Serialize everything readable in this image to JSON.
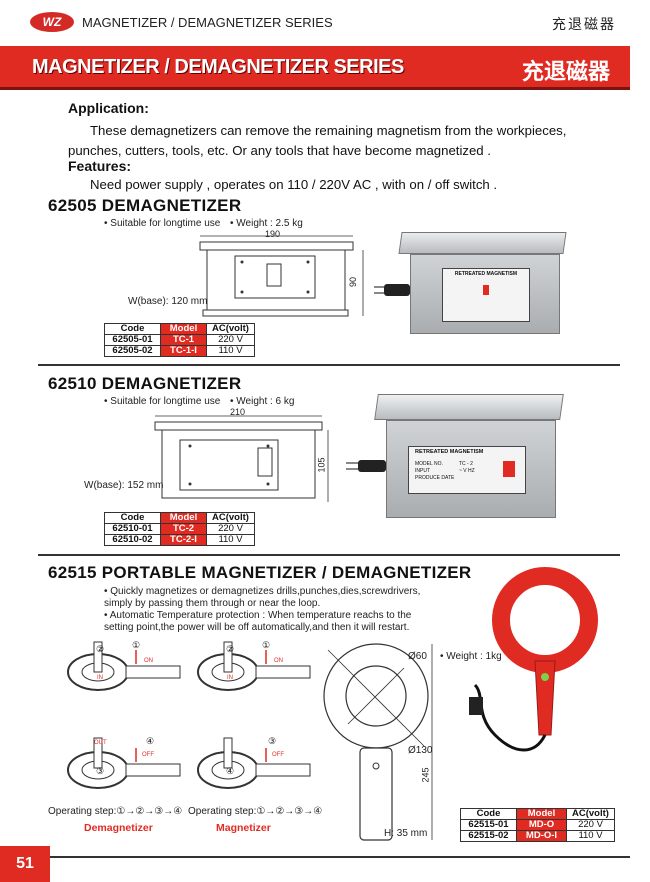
{
  "header": {
    "logo": "WZ",
    "title": "MAGNETIZER / DEMAGNETIZER SERIES",
    "title_cn": "充退磁器"
  },
  "banner": {
    "title": "MAGNETIZER / DEMAGNETIZER SERIES",
    "title_cn": "充退磁器"
  },
  "application": {
    "heading": "Application:",
    "text": "These demagnetizers can remove the remaining magnetism from the workpieces, punches, cutters, tools, etc. Or any tools that have become magnetized ."
  },
  "features": {
    "heading": "Features:",
    "text": "Need power supply , operates on 110 / 220V AC , with on / off switch ."
  },
  "products": [
    {
      "title": "62505  DEMAGNETIZER",
      "bullets": [
        "•  Suitable for longtime use",
        "•  Weight : 2.5 kg"
      ],
      "dims": {
        "width": "190",
        "height": "90",
        "base": "W(base): 120 mm"
      },
      "panel_label": "RETREATED MAGNETISM",
      "table": {
        "headers": [
          "Code",
          "Model",
          "AC(volt)"
        ],
        "rows": [
          [
            "62505-01",
            "TC-1",
            "220 V"
          ],
          [
            "62505-02",
            "TC-1-I",
            "110 V"
          ]
        ]
      }
    },
    {
      "title": "62510  DEMAGNETIZER",
      "bullets": [
        "•  Suitable for longtime use",
        "•  Weight : 6 kg"
      ],
      "dims": {
        "width": "210",
        "height": "105",
        "base": "W(base): 152 mm"
      },
      "panel_label": "RETREATED MAGNETISM",
      "panel_rows": [
        "MODEL NO.",
        "INPUT",
        "PRODUCE DATE"
      ],
      "panel_values": [
        "TC - 2",
        "~   V   HZ"
      ],
      "table": {
        "headers": [
          "Code",
          "Model",
          "AC(volt)"
        ],
        "rows": [
          [
            "62510-01",
            "TC-2",
            "220 V"
          ],
          [
            "62510-02",
            "TC-2-I",
            "110 V"
          ]
        ]
      }
    },
    {
      "title": "62515  PORTABLE MAGNETIZER / DEMAGNETIZER",
      "bullets": [
        "•  Quickly magnetizes or demagnetizes drills,punches,dies,screwdrivers,",
        "    simply by passing them through or near the loop.",
        "•  Automatic Temperature protection : When temperature reachs to the",
        "    setting point,the power will be off automatically,and then it will restart."
      ],
      "weight": "•  Weight : 1kg",
      "dims": {
        "outer": "Ø60",
        "ring": "Ø130",
        "length": "245",
        "h": "H: 35 mm"
      },
      "steps": {
        "label": "Operating step:",
        "seq": "①→②→③→④",
        "left_caption": "Demagnetizer",
        "right_caption": "Magnetizer"
      },
      "table": {
        "headers": [
          "Code",
          "Model",
          "AC(volt)"
        ],
        "rows": [
          [
            "62515-01",
            "MD-O",
            "220 V"
          ],
          [
            "62515-02",
            "MD-O-I",
            "110 V"
          ]
        ]
      }
    }
  ],
  "diagram_labels": {
    "on": "ON",
    "off": "OFF",
    "in": "IN",
    "out": "OUT",
    "n1": "①",
    "n2": "②",
    "n3": "③",
    "n4": "④"
  },
  "page_number": "51",
  "colors": {
    "accent": "#e02b23"
  }
}
